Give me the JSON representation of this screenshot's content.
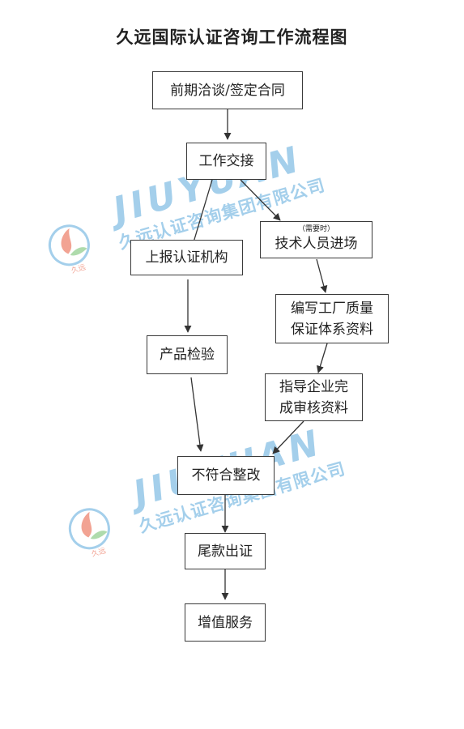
{
  "title": "久远国际认证咨询工作流程图",
  "nodes": {
    "negotiation": "前期洽谈/签定合同",
    "handover": "工作交接",
    "report": "上报认证机构",
    "staff_note": "（需要时）",
    "staff": "技术人员进场",
    "quality_line1": "编写工厂质量",
    "quality_line2": "保证体系资料",
    "inspection": "产品检验",
    "guide_line1": "指导企业完",
    "guide_line2": "成审核资料",
    "rectify": "不符合整改",
    "payment": "尾款出证",
    "service": "增值服务"
  },
  "watermark": {
    "latin": "JIUYUAN",
    "company": "久远认证咨询集团有限公司",
    "logo_text": "久远",
    "colors": {
      "blue": "#5aa9dc",
      "red": "#e8583b",
      "green": "#6fbf6a"
    }
  }
}
